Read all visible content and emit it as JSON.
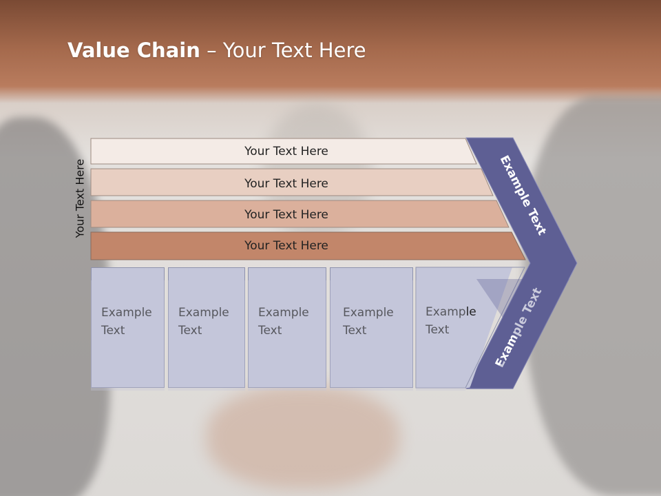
{
  "slide": {
    "title_bold": "Value Chain",
    "title_rest": " – Your Text Here",
    "side_label": "Your Text Here"
  },
  "bars": [
    {
      "label": "Your Text Here",
      "color": "#f4ebe6"
    },
    {
      "label": "Your Text Here",
      "color": "#e8cfc2"
    },
    {
      "label": "Your Text Here",
      "color": "#dbb09c"
    },
    {
      "label": "Your Text Here",
      "color": "#c2866a"
    }
  ],
  "boxes": [
    {
      "line1": "Example",
      "line2": "Text"
    },
    {
      "line1": "Example",
      "line2": "Text"
    },
    {
      "line1": "Example",
      "line2": "Text"
    },
    {
      "line1": "Example",
      "line2": "Text"
    },
    {
      "line1": "Example",
      "line2": "Text"
    }
  ],
  "chevron": {
    "upper_label": "Example Text",
    "lower_label": "Example Text",
    "color": "#5e5f94"
  }
}
